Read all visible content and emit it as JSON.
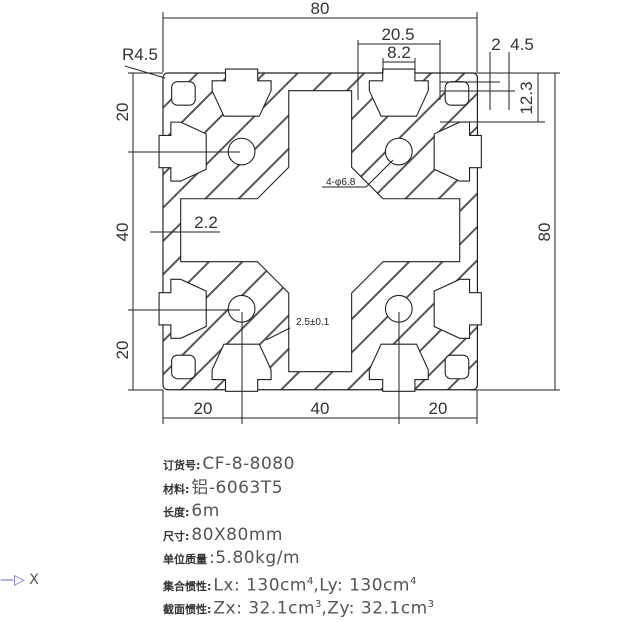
{
  "dimensions": {
    "overall_width": "80",
    "slot_span": "20.5",
    "slot_opening": "8.2",
    "lip_thickness": "2",
    "lip_depth": "4.5",
    "slot_depth": "12.3",
    "corner_radius": "R4.5",
    "left_top": "20",
    "left_middle": "40",
    "left_bottom": "20",
    "overall_height": "80",
    "hole_note": "4-φ6.8",
    "wall": "2.2",
    "web": "2.5±0.1",
    "bottom_left": "20",
    "bottom_middle": "40",
    "bottom_right": "20"
  },
  "specs": [
    {
      "label": "订货号:",
      "value": "CF-8-8080"
    },
    {
      "label": "材料:",
      "value": "铝-6063T5"
    },
    {
      "label": "长度:",
      "value": "6m"
    },
    {
      "label": "尺寸:",
      "value": "80X80mm"
    },
    {
      "label": "单位质量",
      "value": ":5.80kg/m"
    },
    {
      "label": "集合惯性:",
      "value": "Lx: 130cm",
      "sup1": "4",
      "value2": ",Ly: 130cm",
      "sup2": "4"
    },
    {
      "label": "截面惯性:",
      "value": "Zx: 32.1cm",
      "sup1": "3",
      "value2": ",Zy: 32.1cm",
      "sup2": "3"
    }
  ],
  "axis_indicator": {
    "arrow": "—▷",
    "label": "X"
  },
  "colors": {
    "line": "#222222",
    "hatch": "#555555",
    "axis": "#6a6ad8"
  }
}
